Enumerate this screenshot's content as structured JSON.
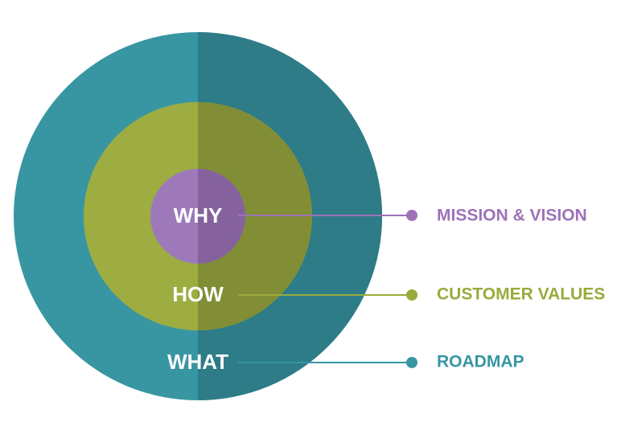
{
  "colors": {
    "outer_light": "#3896a2",
    "outer_dark": "#2d7c87",
    "middle_light": "#9dad42",
    "middle_dark": "#818e35",
    "inner_light": "#9e79ba",
    "inner_dark": "#85629e",
    "why_accent": "#9d72b8",
    "how_accent": "#9aaa3c",
    "what_accent": "#3796a2"
  },
  "rings": {
    "why": "WHY",
    "how": "HOW",
    "what": "WHAT"
  },
  "labels": {
    "why": "MISSION & VISION",
    "how": "CUSTOMER VALUES",
    "what": "ROADMAP"
  }
}
